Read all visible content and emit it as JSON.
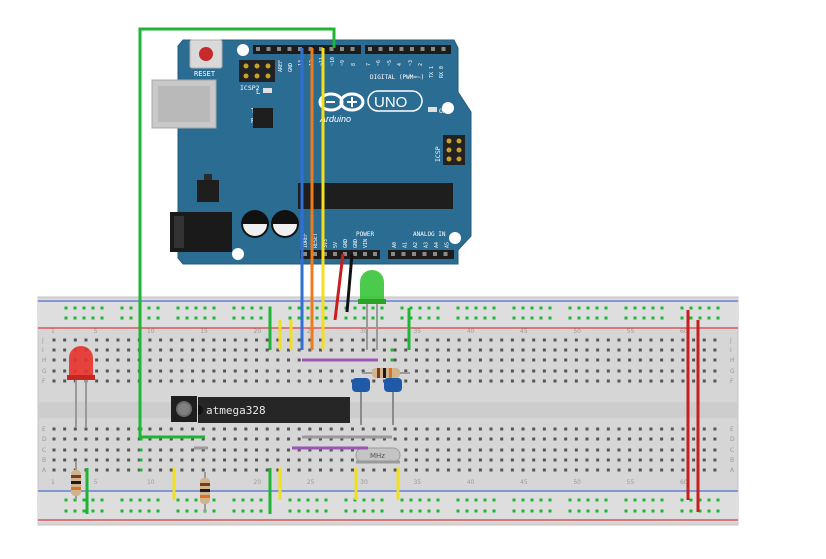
{
  "arduino": {
    "reset_label": "RESET",
    "icsp2_label": "ICSP2",
    "icsp_label": "ICSP",
    "l_label": "L",
    "tx_label": "TX",
    "rx_label": "RX",
    "on_label": "ON",
    "model": "UNO",
    "brand": "Arduino",
    "digital_label": "DIGITAL (PWM=~)",
    "power_label": "POWER",
    "analog_label": "ANALOG IN",
    "aref_label": "AREF",
    "gnd_label": "GND",
    "ioref_label": "IOREF",
    "reset_pin_label": "RESET",
    "v33_label": "3V3",
    "v5_label": "5V",
    "vin_label": "VIN",
    "analog_pins": [
      "A0",
      "A1",
      "A2",
      "A3",
      "A4",
      "A5"
    ],
    "digital_pins": [
      "13",
      "12",
      "~11",
      "~10",
      "~9",
      "8",
      "7",
      "~6",
      "~5",
      "4",
      "~3",
      "2",
      "TX 1",
      "RX 0"
    ]
  },
  "breadboard": {
    "column_numbers": [
      "1",
      "5",
      "10",
      "15",
      "20",
      "25",
      "30",
      "35",
      "40",
      "45",
      "50",
      "55",
      "60"
    ],
    "row_letters_top": [
      "J",
      "I",
      "H",
      "G",
      "F"
    ],
    "row_letters_bottom": [
      "E",
      "D",
      "C",
      "B",
      "A"
    ]
  },
  "chip": {
    "label": "atmega328"
  },
  "crystal": {
    "label": "MHz"
  },
  "colors": {
    "board": "#2b6c93",
    "wire_blue": "#2f6fd6",
    "wire_orange": "#ee7a1a",
    "wire_yellow": "#f0e020",
    "wire_green": "#1fb534",
    "wire_red": "#c81e1e",
    "wire_purple": "#9a55b5",
    "wire_gray": "#9a9a9a",
    "rail_red": "#d63b3b",
    "rail_blue": "#4a6fd0",
    "led_red": "#e8322c",
    "led_green": "#38c437"
  }
}
